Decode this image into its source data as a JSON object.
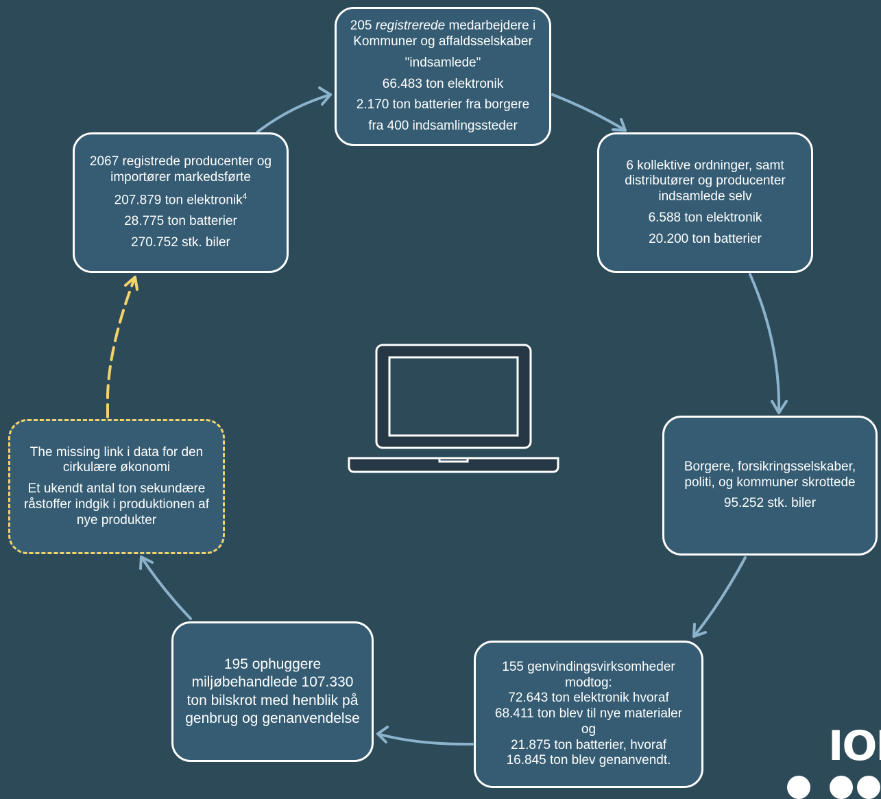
{
  "colors": {
    "background": "#2d4a58",
    "box_fill": "#355c72",
    "box_border": "#ffffff",
    "arrow": "#8cb3cc",
    "dashed_accent": "#f2d46b"
  },
  "nodes": {
    "top": {
      "prefix": "205 ",
      "emphasis": "registrerede",
      "suffix": " medarbejdere i Kommuner og affaldsselskaber",
      "lines": [
        "\"indsamlede\"",
        "66.483 ton elektronik",
        "2.170 ton batterier fra borgere",
        "fra 400 indsamlingssteder"
      ]
    },
    "right_top": {
      "heading": "6 kollektive ordninger, samt distributører og  producenter indsamlede selv",
      "lines": [
        "6.588 ton elektronik",
        "20.200 ton batterier"
      ]
    },
    "right": {
      "heading": "Borgere, forsikringsselskaber, politi, og kommuner skrottede",
      "lines": [
        "95.252 stk. biler"
      ]
    },
    "bottom_right": {
      "lines": [
        "155 genvindingsvirksomheder modtog:",
        "72.643 ton elektronik hvoraf",
        "68.411 ton blev til nye materialer",
        "og",
        "21.875 ton batterier, hvoraf",
        "16.845 ton blev genanvendt."
      ]
    },
    "bottom_left": {
      "text": "195 ophuggere miljøbehandlede 107.330 ton bilskrot med henblik på genbrug og genanvendelse"
    },
    "left": {
      "heading": "The missing link i data for den cirkulære økonomi",
      "body": "Et ukendt antal ton sekundære råstoffer indgik i produktionen af nye produkter"
    },
    "top_left": {
      "heading": "2067 registrede producenter og importører markedsførte",
      "elektronik": "207.879 ton elektronik",
      "footnote": "4",
      "lines": [
        "28.775 ton batterier",
        "270.752 stk. biler"
      ]
    }
  },
  "center_icon": "laptop-icon",
  "logo": {
    "text": "IOI"
  }
}
